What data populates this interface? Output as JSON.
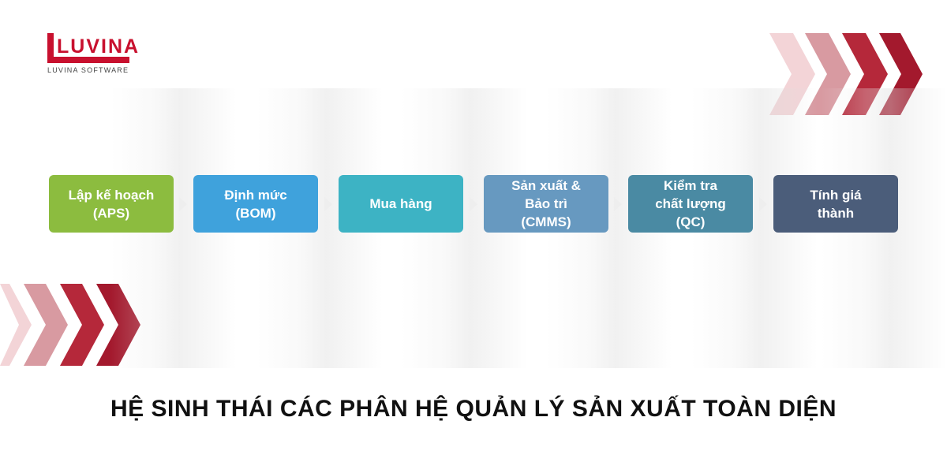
{
  "logo": {
    "text": "LUVINA",
    "subtitle": "LUVINA SOFTWARE",
    "color": "#c8102e"
  },
  "steps": [
    {
      "lines": [
        "Lập kế hoạch",
        "(APS)"
      ],
      "color": "#8cbc3f"
    },
    {
      "lines": [
        "Định mức",
        "(BOM)"
      ],
      "color": "#3fa2dc"
    },
    {
      "lines": [
        "Mua hàng"
      ],
      "color": "#3db3c4"
    },
    {
      "lines": [
        "Sản xuất &",
        "Bảo trì",
        "(CMMS)"
      ],
      "color": "#6799c0"
    },
    {
      "lines": [
        "Kiểm tra",
        "chất lượng",
        "(QC)"
      ],
      "color": "#4a8aa3"
    },
    {
      "lines": [
        "Tính giá",
        "thành"
      ],
      "color": "#4b5d7a"
    }
  ],
  "title": "HỆ SINH THÁI CÁC PHÂN HỆ QUẢN LÝ SẢN XUẤT TOÀN DIỆN",
  "chevron_colors": [
    "#f0c9cd",
    "#d99199",
    "#b8283a",
    "#a3192d"
  ]
}
